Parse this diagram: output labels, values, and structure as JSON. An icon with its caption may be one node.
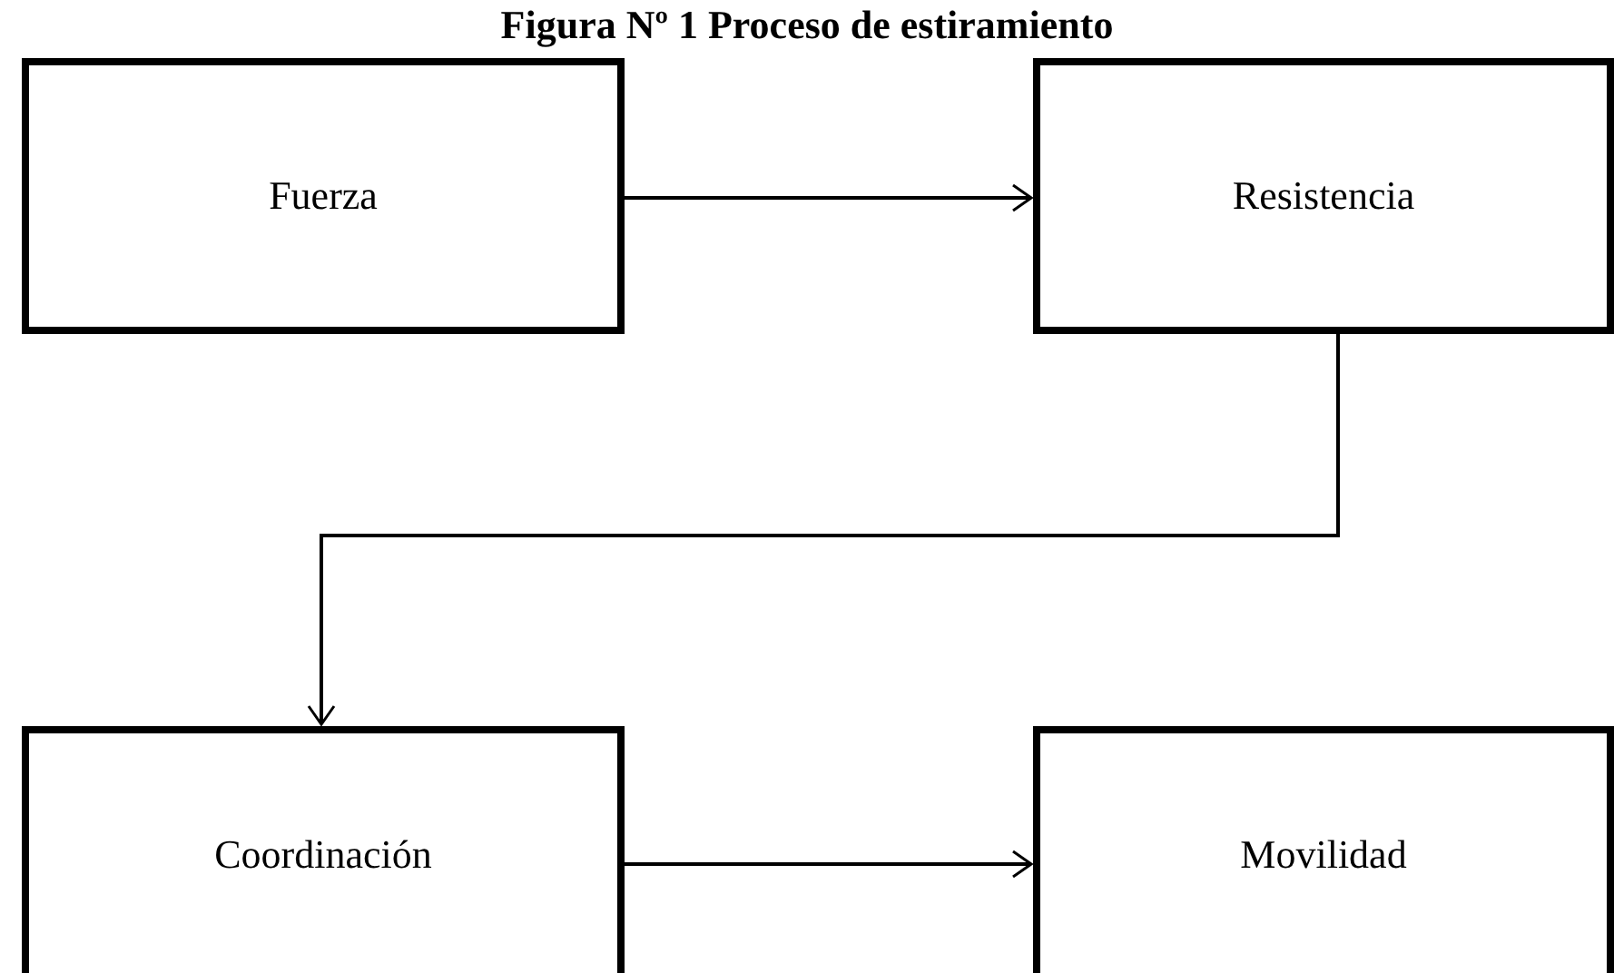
{
  "diagram": {
    "title": "Figura Nº 1 Proceso de estiramiento",
    "nodes": [
      {
        "text": [
          "Fuerza"
        ]
      },
      {
        "text": [
          "Resistencia"
        ]
      },
      {
        "text": [
          "Coordinación"
        ]
      },
      {
        "text": [
          "Movilidad"
        ]
      }
    ],
    "edges": [
      {
        "from": 0,
        "to": 1,
        "arrow": "to"
      },
      {
        "from": 1,
        "to": 2,
        "arrow": "to"
      },
      {
        "from": 2,
        "to": 3,
        "arrow": "to"
      }
    ]
  }
}
